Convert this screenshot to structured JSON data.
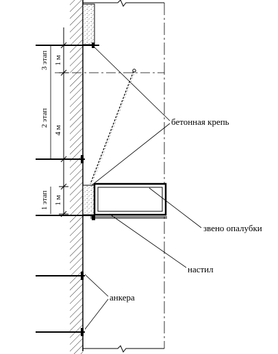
{
  "labels": {
    "concrete_lining": "бетонная крепь",
    "formwork_link": "звено опалубки",
    "decking": "настил",
    "anchors": "анкера"
  },
  "dimensions": {
    "stage3": "3 этап",
    "stage3_len": "1 м",
    "stage2": "2 этап",
    "stage2_len": "4 м",
    "stage1": "1 этап",
    "stage1_len": "1 м"
  }
}
